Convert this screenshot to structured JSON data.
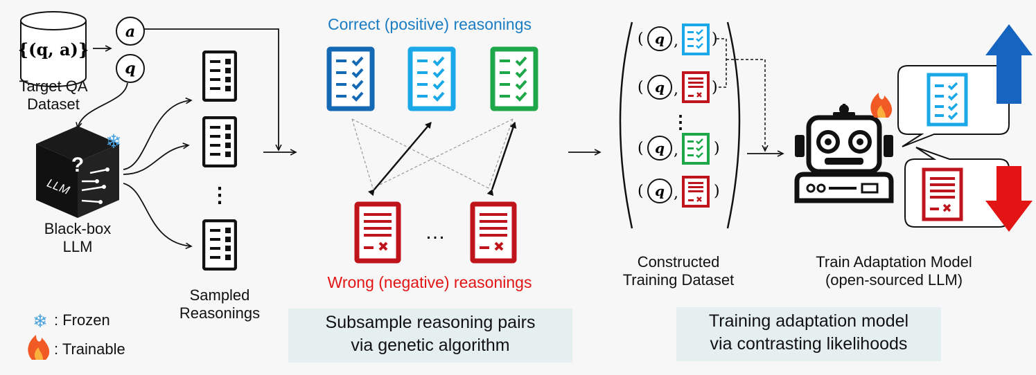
{
  "dataset": {
    "set_notation": "{(q, a)}",
    "label_line1": "Target QA",
    "label_line2": "Dataset"
  },
  "symbols": {
    "a": "a",
    "q": "q"
  },
  "blackbox": {
    "cube_text": "LLM",
    "cube_mark": "?",
    "label_line1": "Black-box",
    "label_line2": "LLM"
  },
  "sampled": {
    "label_line1": "Sampled",
    "label_line2": "Reasonings",
    "ellipsis": "⋮"
  },
  "reasoning": {
    "correct_title": "Correct (positive) reasonings",
    "wrong_title": "Wrong (negative) reasonings",
    "ellipsis": "…",
    "colors": {
      "dark_blue": "#1469b4",
      "light_blue": "#1aa8e8",
      "green": "#1ea84a",
      "red": "#c0141c"
    }
  },
  "ga_box": {
    "line1": "Subsample reasoning pairs",
    "line2": "via genetic algorithm"
  },
  "constructed": {
    "label_line1": "Constructed",
    "label_line2": "Training Dataset",
    "ellipsis": "⋮"
  },
  "adaptation": {
    "label_line1": "Train Adaptation Model",
    "label_line2": "(open-sourced LLM)",
    "up_color": "#1565c0",
    "down_color": "#e31414"
  },
  "train_box": {
    "line1": "Training adaptation model",
    "line2": "via contrasting likelihoods"
  },
  "legend": {
    "frozen_label": ": Frozen",
    "trainable_label": ": Trainable"
  }
}
